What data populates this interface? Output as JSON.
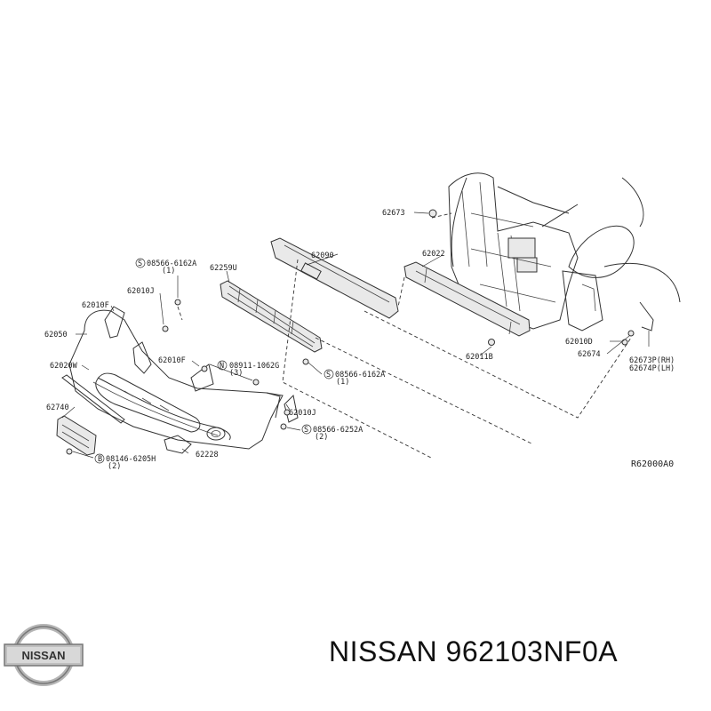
{
  "caption": "NISSAN 962103NF0A",
  "logo_text": "NISSAN",
  "diagram_code": "R62000A0",
  "labels": {
    "l62673": "62673",
    "l62090": "62090",
    "l62022": "62022",
    "l08566_6162A_top": "08566-6162A",
    "l08566_6162A_top_q": "(1)",
    "l62259U": "62259U",
    "l62010J_top": "62010J",
    "l62010F_left": "62010F",
    "l62050": "62050",
    "l62010F_mid": "62010F",
    "l08911": "08911-1062G",
    "l08911_q": "(3)",
    "l08566_6162A_mid": "08566-6162A",
    "l08566_6162A_mid_q": "(1)",
    "l62020W": "62020W",
    "l62740": "62740",
    "l62010J_mid": "62010J",
    "l08566_6252A": "08566-6252A",
    "l08566_6252A_q": "(2)",
    "l08146": "08146-6205H",
    "l08146_q": "(2)",
    "l62228": "62228",
    "l62011B": "62011B",
    "l62010D": "62010D",
    "l62674": "62674",
    "l62673P": "62673P(RH)",
    "l62674P": "62674P(LH)"
  }
}
